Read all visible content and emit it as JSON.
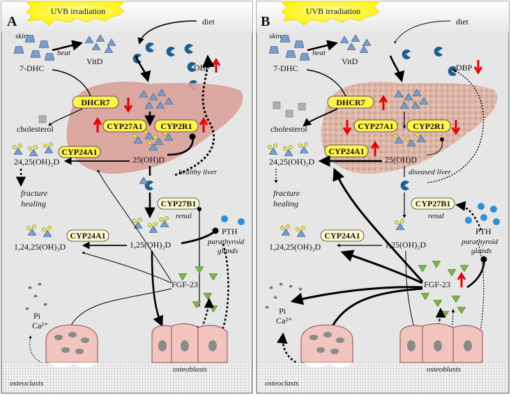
{
  "panels": [
    {
      "letter": "A",
      "uvb": "UVB irradiation",
      "diet": "diet",
      "skin": "skin",
      "heat": "heat",
      "vitd": "VitD",
      "seven_dhc": "7-DHC",
      "dbp": "DBP",
      "dhcr7": "DHCR7",
      "cholesterol": "cholesterol",
      "cyp27a1": "CYP27A1",
      "cyp2r1": "CYP2R1",
      "cyp24a1_top": "CYP24A1",
      "metab_2425": "24,25(OH)₂D",
      "metab_25": "25(OH)D",
      "liver": "healthy liver",
      "fracture": "fracture",
      "healing": "healing",
      "cyp27b1": "CYP27B1",
      "renal": "renal",
      "pth": "PTH",
      "parathyroid": "parathyroid",
      "glands": "glands",
      "cyp24a1_bottom": "CYP24A1",
      "metab_12425": "1,24,25(OH)₃D",
      "metab_125": "1,25(OH)₂D",
      "fgf23": "FGF-23",
      "pi": "Pi",
      "ca": "Ca²⁺",
      "osteoclasts": "osteoclasts",
      "osteoblasts": "osteoblasts"
    },
    {
      "letter": "B",
      "uvb": "UVB irradiation",
      "diet": "diet",
      "skin": "skin",
      "heat": "heat",
      "vitd": "VitD",
      "seven_dhc": "7-DHC",
      "dbp": "DBP",
      "dhcr7": "DHCR7",
      "cholesterol": "cholesterol",
      "cyp27a1": "CYP27A1",
      "cyp2r1": "CYP2R1",
      "cyp24a1_top": "CYP24A1",
      "metab_2425": "24,25(OH)₂D",
      "metab_25": "25(OH)D",
      "liver": "diseased liver",
      "fracture": "fracture",
      "healing": "healing",
      "cyp27b1": "CYP27B1",
      "renal": "renal",
      "pth": "PTH",
      "parathyroid": "parathyroid",
      "glands": "glands",
      "cyp24a1_bottom": "CYP24A1",
      "metab_12425": "1,24,25(OH)₃D",
      "metab_125": "1,25(OH)₂D",
      "fgf23": "FGF-23",
      "pi": "Pi",
      "ca": "Ca²⁺",
      "osteoclasts": "osteoclasts",
      "osteoblasts": "osteoblasts"
    }
  ],
  "regulation": {
    "A": {
      "dbp": "up",
      "dhcr7": "down",
      "cyp27a1": "up",
      "cyp2r1": "up"
    },
    "B": {
      "dbp": "down",
      "dhcr7": "up",
      "cyp27a1": "down",
      "cyp2r1": "down",
      "cyp24a1": "up",
      "fgf23": "up"
    }
  },
  "colors": {
    "panel_bg": "#e6e6e6",
    "sun": "#fff200",
    "enzyme_box": "#fff34d",
    "liver_healthy": "#d9a29b",
    "liver_diseased": "#dcb4a6",
    "bone_cell": "#f2c4c0",
    "bone_nucleus": "#8a8a8a",
    "vitd_triangle": "#7b9ec7",
    "dbp_blue": "#1f5f8b",
    "metabolite_yellow": "#f5e64a",
    "fgf23_green": "#7fb24a",
    "pth_blue": "#2f8fd6",
    "arrow_red": "#e00000"
  }
}
